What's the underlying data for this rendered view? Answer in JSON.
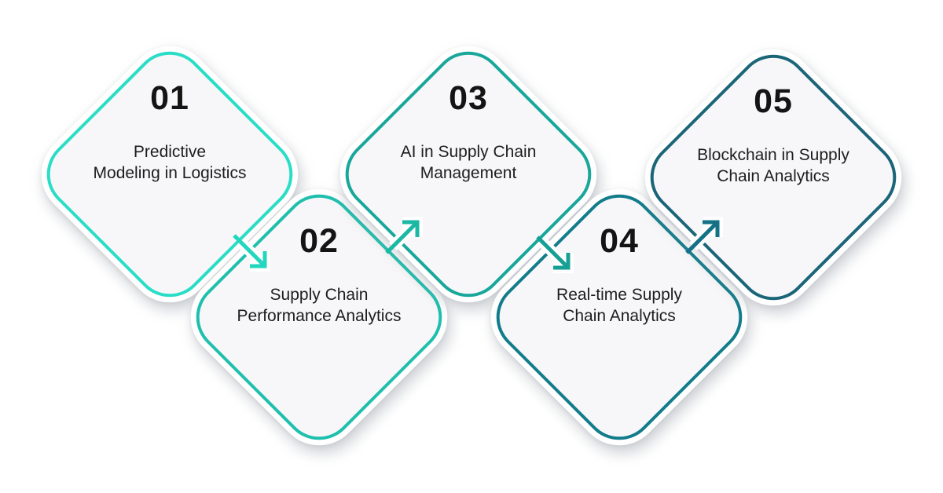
{
  "canvas": {
    "background_color": "#ffffff",
    "card_fill_color": "#f7f7f9",
    "halo_color": "#ffffff",
    "number_text_color": "#141414",
    "title_text_color": "#1d1d1d"
  },
  "steps": [
    {
      "number": "01",
      "title_lines": [
        "Predictive",
        "Modeling in Logistics"
      ],
      "border_color": "#2ADDC6",
      "row": "top"
    },
    {
      "number": "02",
      "title_lines": [
        "Supply Chain",
        "Performance Analytics"
      ],
      "border_color": "#1FBFAD",
      "row": "bottom"
    },
    {
      "number": "03",
      "title_lines": [
        "AI in Supply Chain",
        "Management"
      ],
      "border_color": "#18A79A",
      "row": "top"
    },
    {
      "number": "04",
      "title_lines": [
        "Real-time Supply",
        "Chain Analytics"
      ],
      "border_color": "#127C8B",
      "row": "bottom"
    },
    {
      "number": "05",
      "title_lines": [
        "Blockchain in Supply",
        "Chain Analytics"
      ],
      "border_color": "#1B6579",
      "row": "top"
    }
  ],
  "arrows": [
    {
      "name": "flow-arrow-1-2",
      "from": "01",
      "to": "02",
      "direction": "down-right",
      "color": "#23D6BE"
    },
    {
      "name": "flow-arrow-2-3",
      "from": "02",
      "to": "03",
      "direction": "up-right",
      "color": "#1BB8A4"
    },
    {
      "name": "flow-arrow-3-4",
      "from": "03",
      "to": "04",
      "direction": "down-right",
      "color": "#16A094"
    },
    {
      "name": "flow-arrow-4-5",
      "from": "04",
      "to": "05",
      "direction": "up-right",
      "color": "#157186"
    }
  ]
}
